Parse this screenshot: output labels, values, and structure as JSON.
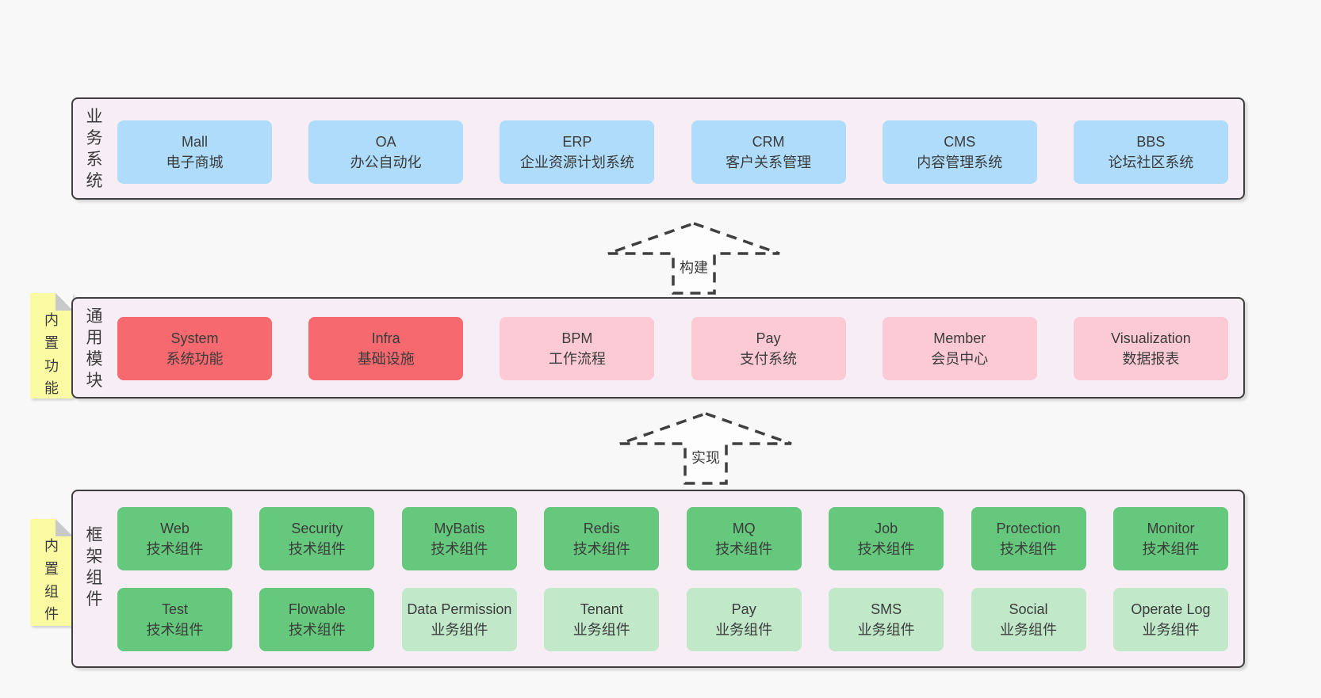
{
  "colors": {
    "page-bg": "#f8f8f8",
    "panel-bg": "#f7edf4",
    "panel-border": "#3f3f3f",
    "box-blue": "#aedcfa",
    "box-red": "#f5696f",
    "box-pink": "#fccad4",
    "box-green": "#65c87c",
    "box-lightgreen": "#c0e8c9",
    "sticky-yellow": "#fafaa2",
    "fold-gray": "#c9c9c9",
    "text-dark": "#3b3b3b"
  },
  "panels": {
    "business": {
      "label": "业务系统",
      "boxes": [
        {
          "name": "Mall",
          "desc": "电子商城"
        },
        {
          "name": "OA",
          "desc": "办公自动化"
        },
        {
          "name": "ERP",
          "desc": "企业资源计划系统"
        },
        {
          "name": "CRM",
          "desc": "客户关系管理"
        },
        {
          "name": "CMS",
          "desc": "内容管理系统"
        },
        {
          "name": "BBS",
          "desc": "论坛社区系统"
        }
      ]
    },
    "modules": {
      "label": "通用模块",
      "sticky": "内置功能",
      "boxes": [
        {
          "name": "System",
          "desc": "系统功能"
        },
        {
          "name": "Infra",
          "desc": "基础设施"
        },
        {
          "name": "BPM",
          "desc": "工作流程"
        },
        {
          "name": "Pay",
          "desc": "支付系统"
        },
        {
          "name": "Member",
          "desc": "会员中心"
        },
        {
          "name": "Visualization",
          "desc": "数据报表"
        }
      ]
    },
    "framework": {
      "label": "框架组件",
      "sticky": "内置组件",
      "row1": [
        {
          "name": "Web",
          "desc": "技术组件"
        },
        {
          "name": "Security",
          "desc": "技术组件"
        },
        {
          "name": "MyBatis",
          "desc": "技术组件"
        },
        {
          "name": "Redis",
          "desc": "技术组件"
        },
        {
          "name": "MQ",
          "desc": "技术组件"
        },
        {
          "name": "Job",
          "desc": "技术组件"
        },
        {
          "name": "Protection",
          "desc": "技术组件"
        },
        {
          "name": "Monitor",
          "desc": "技术组件"
        }
      ],
      "row2": [
        {
          "name": "Test",
          "desc": "技术组件"
        },
        {
          "name": "Flowable",
          "desc": "技术组件"
        },
        {
          "name": "Data Permission",
          "desc": "业务组件"
        },
        {
          "name": "Tenant",
          "desc": "业务组件"
        },
        {
          "name": "Pay",
          "desc": "业务组件"
        },
        {
          "name": "SMS",
          "desc": "业务组件"
        },
        {
          "name": "Social",
          "desc": "业务组件"
        },
        {
          "name": "Operate Log",
          "desc": "业务组件"
        }
      ]
    }
  },
  "arrows": [
    {
      "label": "构建"
    },
    {
      "label": "实现"
    }
  ]
}
